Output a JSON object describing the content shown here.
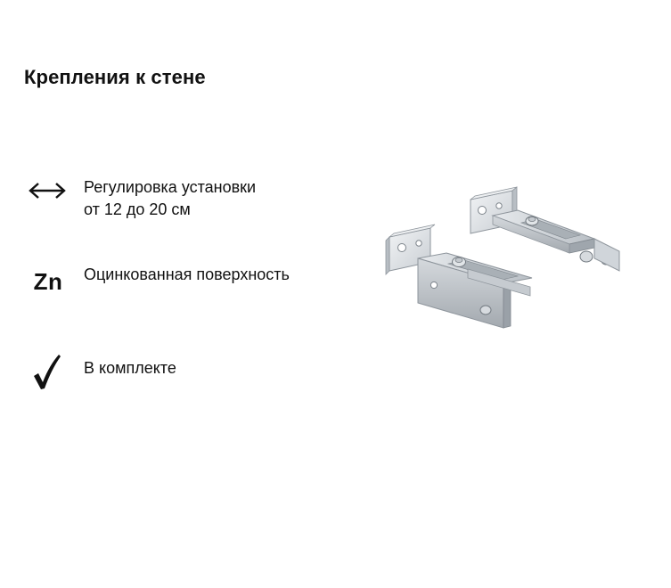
{
  "title": "Крепления к стене",
  "features": [
    {
      "icon": "double-arrow-icon",
      "lines": [
        "Регулировка установки",
        "от 12 до 20 см"
      ]
    },
    {
      "icon": "zinc-icon",
      "glyph": "Zn",
      "lines": [
        "Оцинкованная поверхность"
      ]
    },
    {
      "icon": "checkmark-icon",
      "lines": [
        "В комплекте"
      ]
    }
  ],
  "colors": {
    "text": "#111111",
    "background": "#ffffff",
    "metal_light": "#e4e7ea",
    "metal_mid": "#c2c7cc",
    "metal_dark": "#8e959c"
  }
}
